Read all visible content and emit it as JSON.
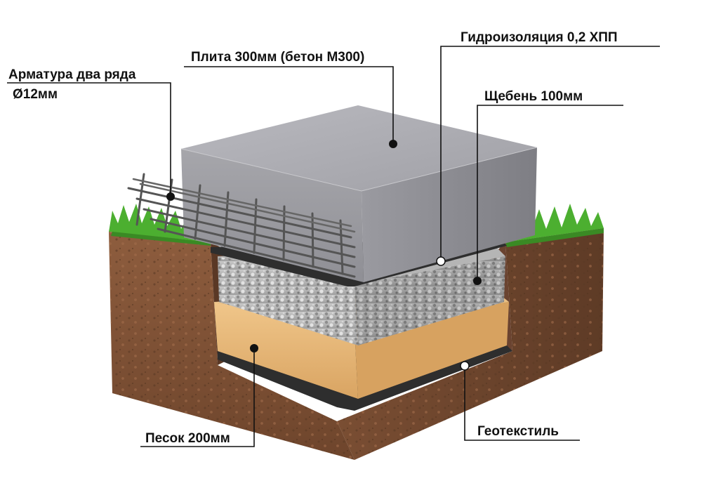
{
  "labels": {
    "slab": "Плита 300мм (бетон М300)",
    "rebar_line1": "Арматура два ряда",
    "rebar_line2": "Ø12мм",
    "waterproofing": "Гидроизоляция 0,2 ХПП",
    "gravel": "Щебень 100мм",
    "sand": "Песок 200мм",
    "geotextile": "Геотекстиль"
  },
  "colors": {
    "soil": "#8a5a3c",
    "soil_dark": "#6b432a",
    "sand": "#e7b978",
    "gravel": "#bdbdbd",
    "concrete": "#a9a9ae",
    "membrane": "#2e2e2e",
    "grass": "#4caf30",
    "rebar": "#555555"
  }
}
